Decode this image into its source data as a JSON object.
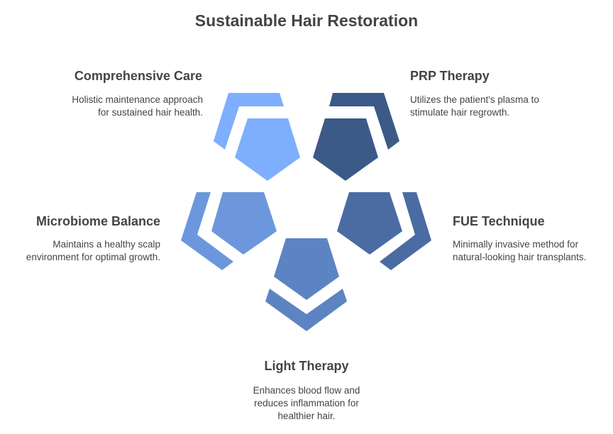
{
  "title": "Sustainable Hair Restoration",
  "colors": {
    "comprehensive": "#7eaefe",
    "prp": "#3b5a87",
    "microbiome": "#6c97dc",
    "fue": "#4a6ca3",
    "light": "#5d84c2"
  },
  "items": [
    {
      "heading": "Comprehensive Care",
      "desc1": "Holistic maintenance approach",
      "desc2": "for sustained hair health."
    },
    {
      "heading": "PRP Therapy",
      "desc1": "Utilizes the patient's plasma to",
      "desc2": "stimulate hair regrowth."
    },
    {
      "heading": "Microbiome Balance",
      "desc1": "Maintains a healthy scalp",
      "desc2": "environment for optimal growth."
    },
    {
      "heading": "FUE Technique",
      "desc1": "Minimally invasive method for",
      "desc2": "natural-looking hair transplants."
    },
    {
      "heading": "Light Therapy",
      "desc1": "Enhances blood flow and",
      "desc2": "reduces inflammation for",
      "desc3": "healthier hair."
    }
  ]
}
